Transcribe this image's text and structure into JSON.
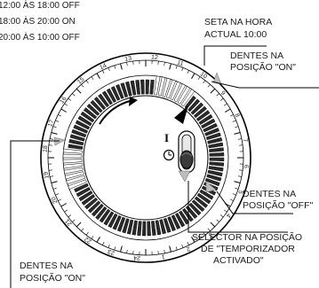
{
  "schedule": [
    "12:00 ÀS 18:00 OFF",
    "18:00 ÀS 20:00 ON",
    "20:00 ÀS 10:00 OFF"
  ],
  "labels": {
    "current_time": [
      "SETA NA HORA",
      "ACTUAL 10:00"
    ],
    "teeth_on_right": [
      "DENTES NA",
      "POSIÇÃO \"ON\""
    ],
    "teeth_off": [
      "DENTES NA",
      "POSIÇÃO \"OFF\""
    ],
    "selector": [
      "SELECTOR NA POSIÇÃO",
      "DE \"TEMPORIZADOR",
      "ACTIVADO\""
    ],
    "teeth_on_left": [
      "DENTES NA",
      "POSIÇÃO \"ON\""
    ]
  },
  "selector": {
    "on_symbol": "I"
  },
  "dial": {
    "hours": [
      "1",
      "2",
      "3",
      "4",
      "5",
      "6",
      "7",
      "8",
      "9",
      "10",
      "11",
      "12",
      "13",
      "14",
      "15",
      "16",
      "17",
      "18",
      "19",
      "20",
      "21",
      "22",
      "23",
      "24"
    ],
    "current_time": "10:00",
    "teeth_count": 96,
    "teeth_on_ranges": [
      [
        10,
        12
      ],
      [
        18,
        20
      ]
    ]
  }
}
